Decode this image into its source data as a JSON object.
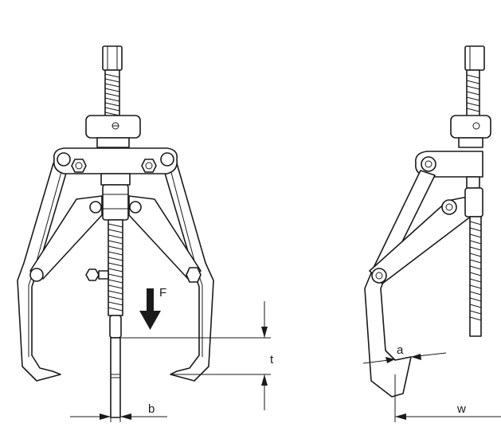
{
  "labels": {
    "force": "F",
    "thickness": "t",
    "jaw_depth": "a",
    "width": "w",
    "tip_width": "b"
  }
}
